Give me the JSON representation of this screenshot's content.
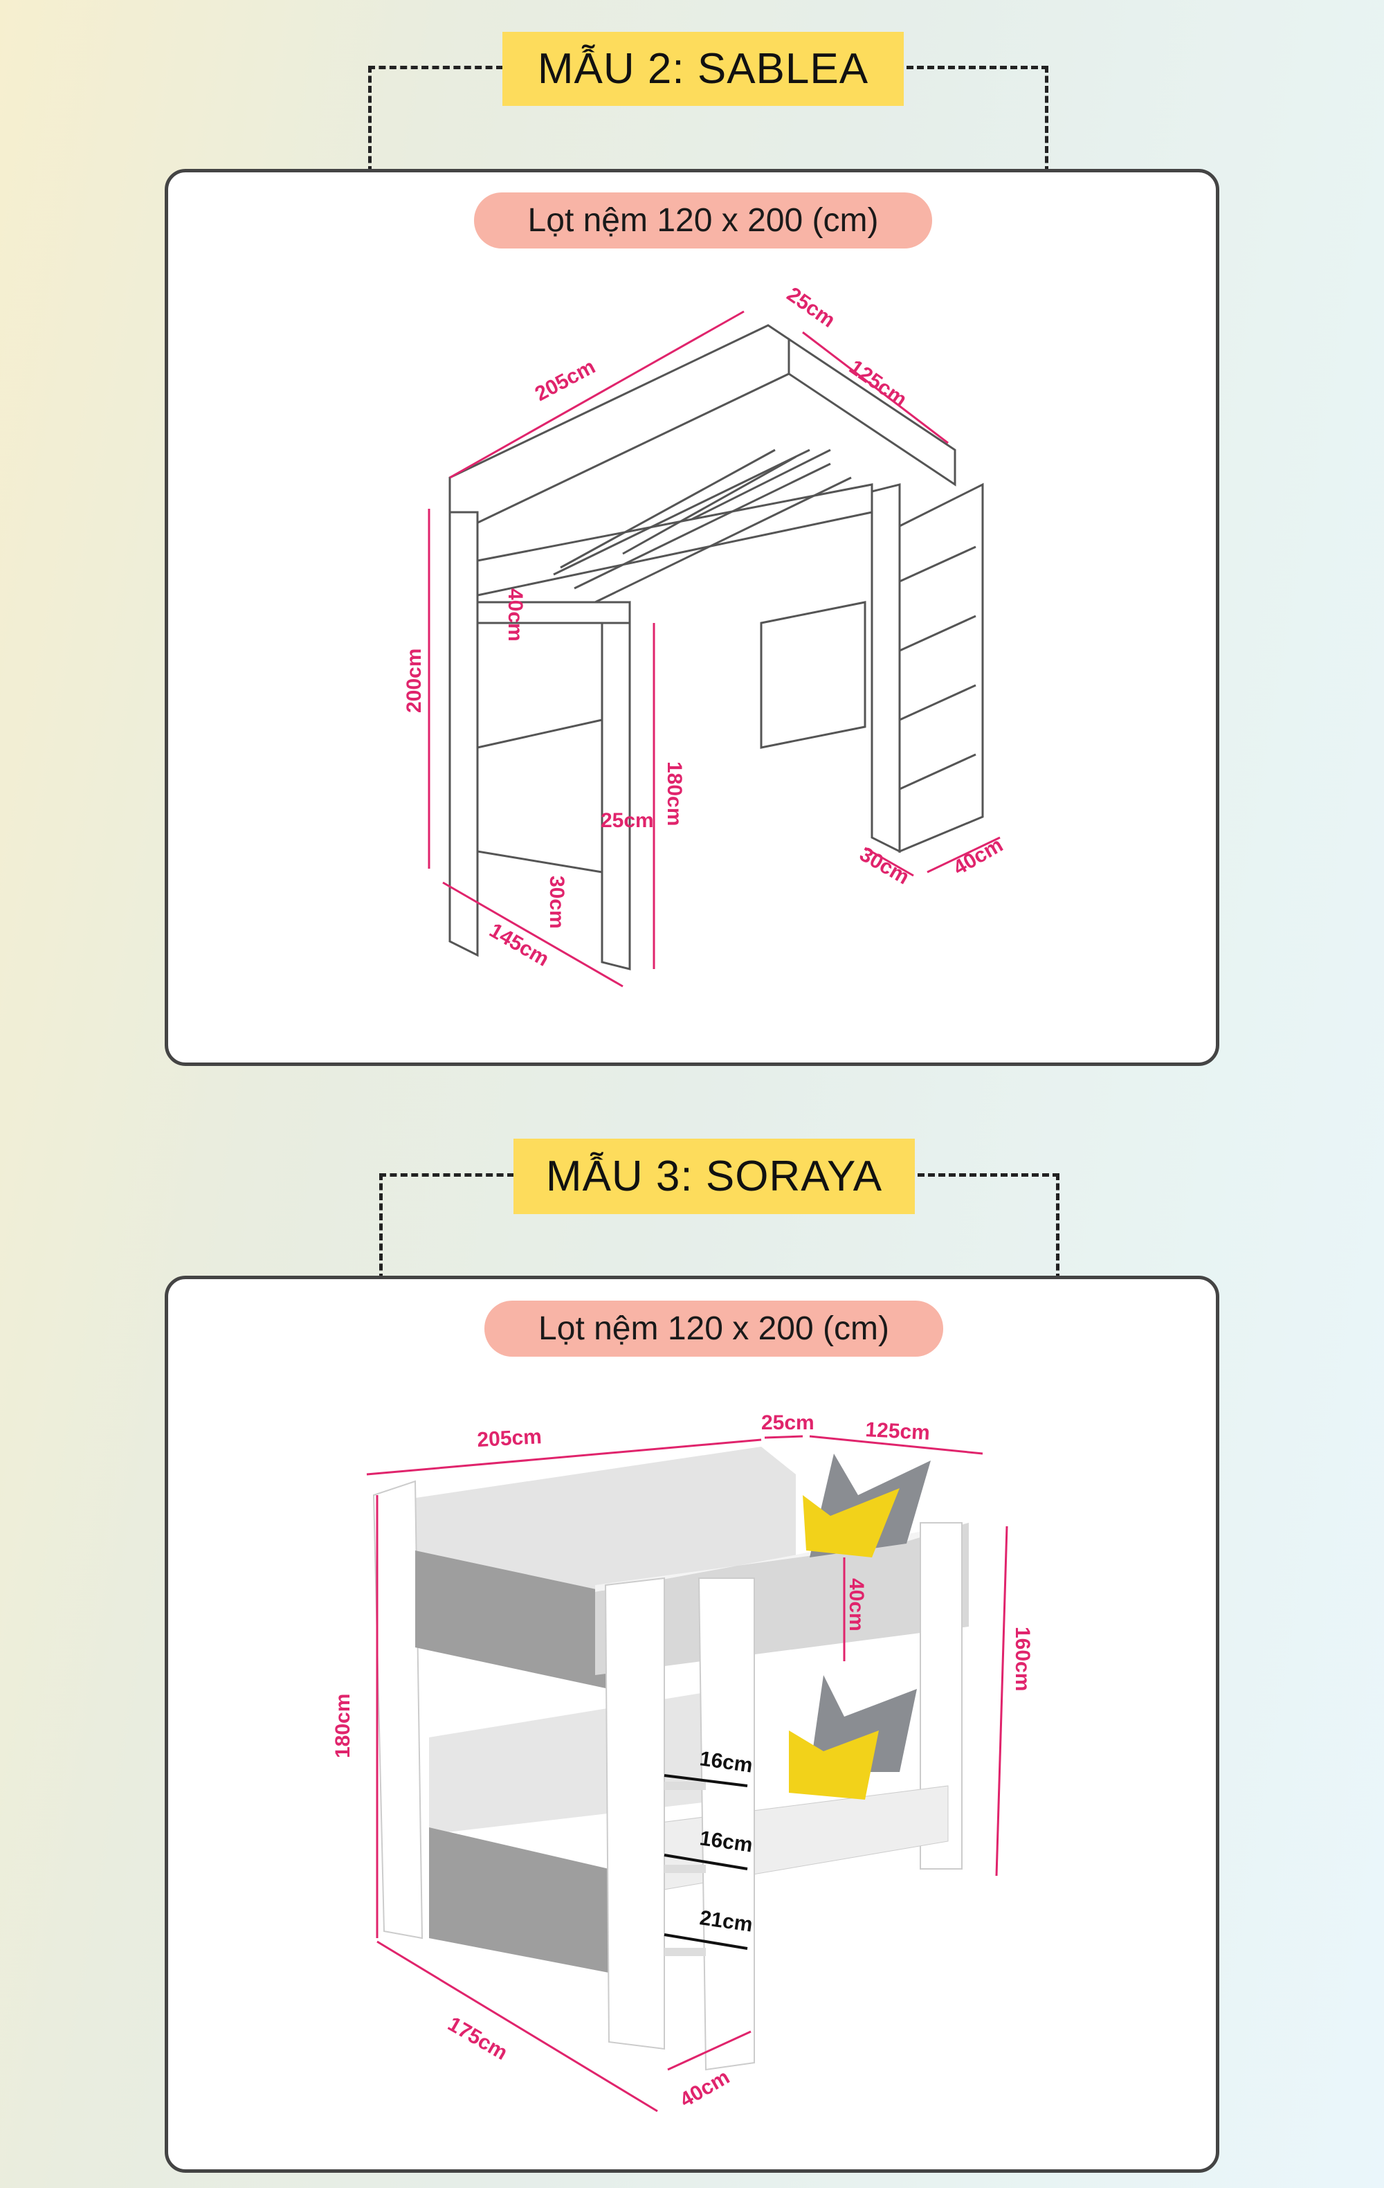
{
  "sections": [
    {
      "title": "MẪU 2: SABLEA",
      "mattress": "Lọt nệm 120 x 200 (cm)",
      "dimensions": {
        "length": "205cm",
        "shelf_depth": "25cm",
        "width": "125cm",
        "guard_height": "40cm",
        "total_height": "200cm",
        "under_height": "180cm",
        "desk_depth": "25cm",
        "drawer_height": "30cm",
        "desk_length": "145cm",
        "step_depth": "30cm",
        "stair_width": "40cm"
      }
    },
    {
      "title": "MẪU 3: SORAYA",
      "mattress": "Lọt nệm 120 x 200 (cm)",
      "dimensions": {
        "length": "205cm",
        "shelf_depth": "25cm",
        "width": "125cm",
        "total_height": "180cm",
        "guard_height": "40cm",
        "side_height": "160cm",
        "step1": "16cm",
        "step2": "16cm",
        "step3": "21cm",
        "lower_length": "175cm",
        "ladder_width": "40cm"
      }
    }
  ],
  "colors": {
    "label_bg": "#fddc5c",
    "pill_bg": "#f8b4a6",
    "dimension": "#e0246c",
    "pillow": "#f2d21a"
  }
}
